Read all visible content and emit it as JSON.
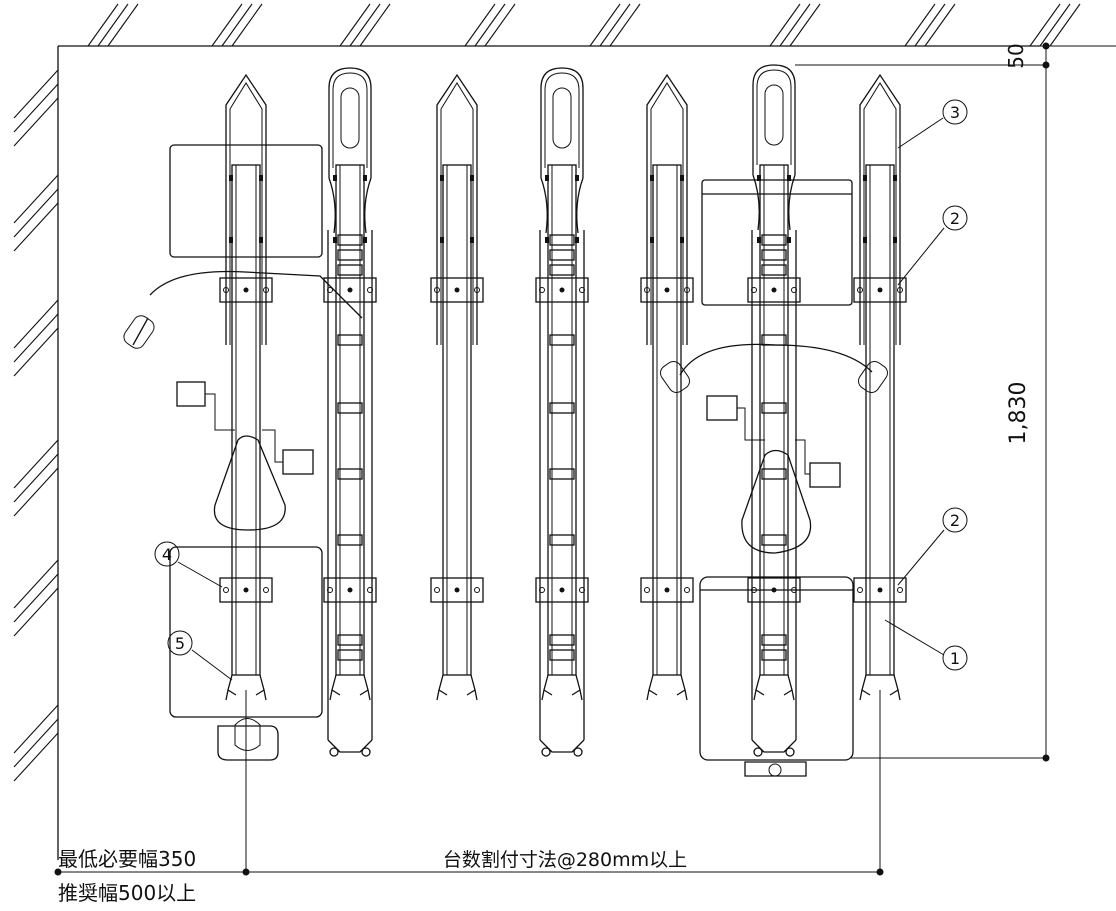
{
  "dimensions": {
    "clearance_top": "50",
    "rack_depth": "1,830",
    "pitch": "台数割付寸法@280mm以上",
    "min_width": "最低必要幅350",
    "recommended_width": "推奨幅500以上"
  },
  "callouts": {
    "c1": "1",
    "c2a": "2",
    "c2b": "2",
    "c3": "3",
    "c4": "4",
    "c5": "5"
  },
  "colors": {
    "line": "#111111",
    "background": "#ffffff"
  }
}
